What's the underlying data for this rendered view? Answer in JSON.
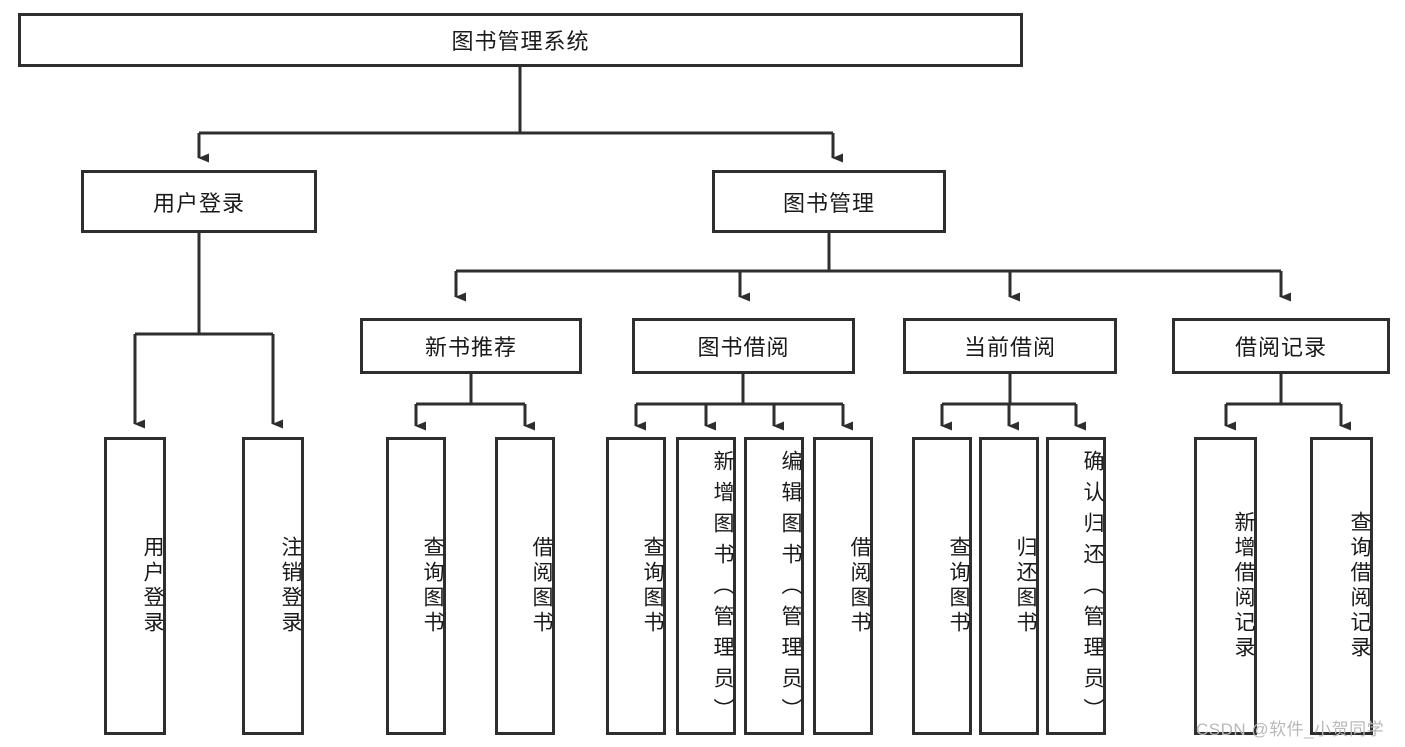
{
  "diagram": {
    "type": "tree-hierarchy",
    "title": "图书管理系统",
    "watermark": "CSDN @软件_小贺同学",
    "root": {
      "label": "图书管理系统"
    },
    "level2": [
      {
        "label": "用户登录"
      },
      {
        "label": "图书管理"
      }
    ],
    "level3": [
      {
        "label": "新书推荐"
      },
      {
        "label": "图书借阅"
      },
      {
        "label": "当前借阅"
      },
      {
        "label": "借阅记录"
      }
    ],
    "leaves": {
      "user_login": [
        {
          "label": "用户登录"
        },
        {
          "label": "注销登录"
        }
      ],
      "new_book_recommend": [
        {
          "label": "查询图书"
        },
        {
          "label": "借阅图书"
        }
      ],
      "book_borrow": [
        {
          "label": "查询图书"
        },
        {
          "label": "新增图书（管理员）"
        },
        {
          "label": "编辑图书（管理员）"
        },
        {
          "label": "借阅图书"
        }
      ],
      "current_borrow": [
        {
          "label": "查询图书"
        },
        {
          "label": "归还图书"
        },
        {
          "label": "确认归还（管理员）"
        }
      ],
      "borrow_record": [
        {
          "label": "新增借阅记录"
        },
        {
          "label": "查询借阅记录"
        }
      ]
    },
    "colors": {
      "stroke": "#2e2e2e",
      "background": "#ffffff",
      "text": "#1a1a1a",
      "watermark": "#b9b9b9"
    }
  }
}
